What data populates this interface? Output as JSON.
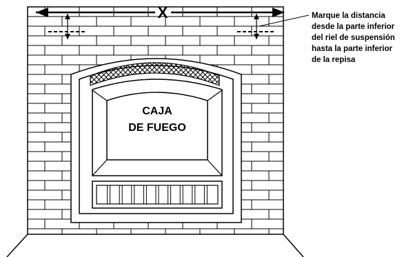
{
  "dimension_label": "X",
  "firebox_label": [
    "CAJA",
    "DE FUEGO"
  ],
  "note_lines": [
    "Marque la distancia",
    "desde la parte inferior",
    "del riel de suspensión",
    "hasta la parte inferior",
    "de la repisa"
  ],
  "colors": {
    "line": "#000000",
    "background": "#ffffff"
  }
}
